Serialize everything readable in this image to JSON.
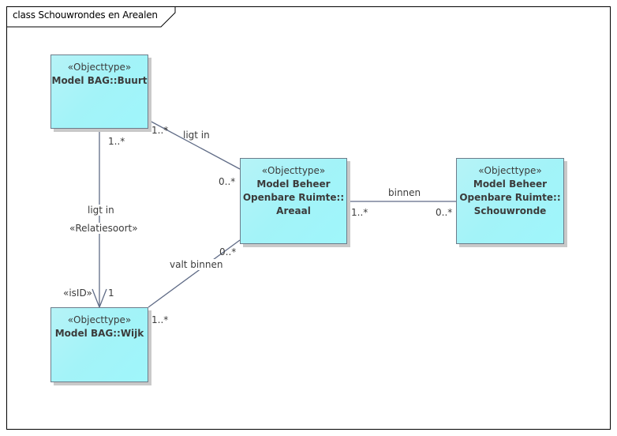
{
  "diagram": {
    "title": "class Schouwrondes en Arealen"
  },
  "classes": {
    "buurt": {
      "stereotype": "«Objecttype»",
      "name_lines": [
        "Model BAG::Buurt"
      ]
    },
    "wijk": {
      "stereotype": "«Objecttype»",
      "name_lines": [
        "Model BAG::Wijk"
      ]
    },
    "areaal": {
      "stereotype": "«Objecttype»",
      "name_lines": [
        "Model Beheer",
        "Openbare Ruimte::",
        "Areaal"
      ]
    },
    "schouwronde": {
      "stereotype": "«Objecttype»",
      "name_lines": [
        "Model Beheer",
        "Openbare Ruimte::",
        "Schouwronde"
      ]
    }
  },
  "associations": {
    "buurt_areaal": {
      "label": "ligt in",
      "source_mult": "1..*",
      "target_mult": "0..*"
    },
    "buurt_wijk": {
      "label": "ligt in",
      "stereotype": "«Relatiesoort»",
      "source_mult": "1..*",
      "target_mult": "1",
      "target_tag": "«isID»"
    },
    "wijk_areaal": {
      "label": "valt binnen",
      "source_mult": "1..*",
      "target_mult": "0..*"
    },
    "areaal_schouwronde": {
      "label": "binnen",
      "source_mult": "1..*",
      "target_mult": "0..*"
    }
  },
  "colors": {
    "class_fill": "#a3f3f8",
    "class_border": "#6c7c8a",
    "line": "#5f6b86",
    "text": "#3b3b3b"
  }
}
